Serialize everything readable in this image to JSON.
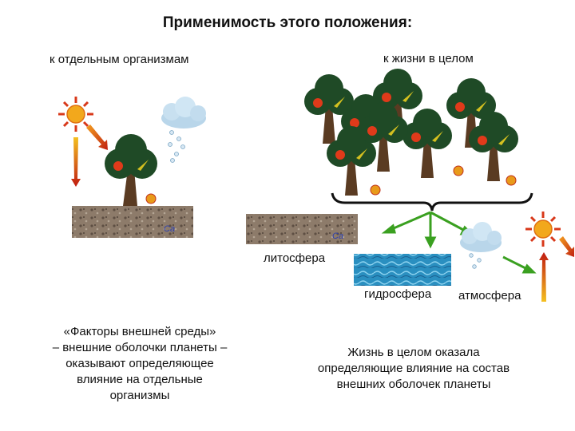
{
  "title": "Применимость этого положения:",
  "left_heading": "к отдельным организмам",
  "right_heading": "к жизни в целом",
  "labels": {
    "lithosphere": "литосфера",
    "hydrosphere": "гидросфера",
    "atmosphere": "атмосфера",
    "soil_element_1": "Ca",
    "soil_element_2": "Ca"
  },
  "left_caption": [
    "«Факторы внешней среды»",
    "– внешние оболочки планеты –",
    "оказывают определяющее",
    "влияние на отдельные",
    "организмы"
  ],
  "right_caption": [
    "Жизнь в целом оказала",
    "определяющие влияние на состав",
    "внешних оболочек планеты"
  ],
  "colors": {
    "tree_crown": "#1f4a26",
    "trunk": "#5a3b22",
    "apple": "#e03a1a",
    "sun": "#f0a020",
    "arrow_green": "#3aa020",
    "water": "#2a8fc0",
    "soil": "#8a7866"
  }
}
